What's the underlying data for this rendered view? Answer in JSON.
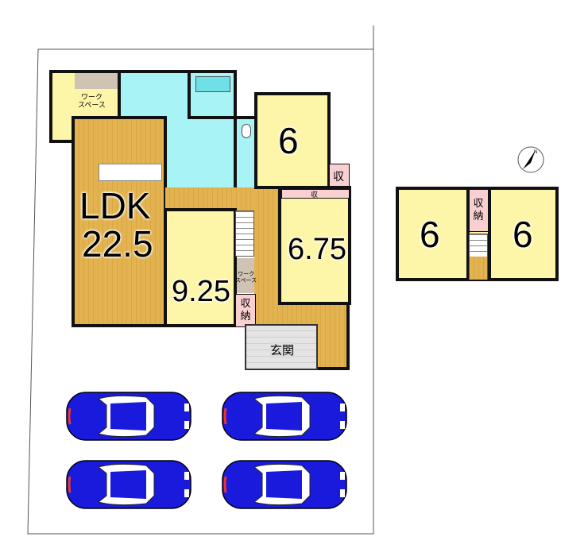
{
  "floor1": {
    "ldk_label": "LDK",
    "ldk_size": "22.5",
    "work_space_1": "ワーク\nスペース",
    "work_space_2": "ワーク\nスペース",
    "room_6_label": "6",
    "room_675_label": "6.75",
    "room_925_label": "9.25",
    "closet_small_1": "収",
    "closet_small_2": "収",
    "closet_storage": "収納",
    "entrance": "玄関"
  },
  "floor2": {
    "room_left_label": "6",
    "room_right_label": "6",
    "closet_storage": "収納"
  },
  "compass": {
    "label": "N"
  },
  "parking": {
    "car_count": 4,
    "car_color": "#1a1adc"
  },
  "colors": {
    "room": "#fdf6a8",
    "flooring": "#e2b350",
    "wet": "#a8f3f5",
    "storage": "#f9d0d2"
  }
}
